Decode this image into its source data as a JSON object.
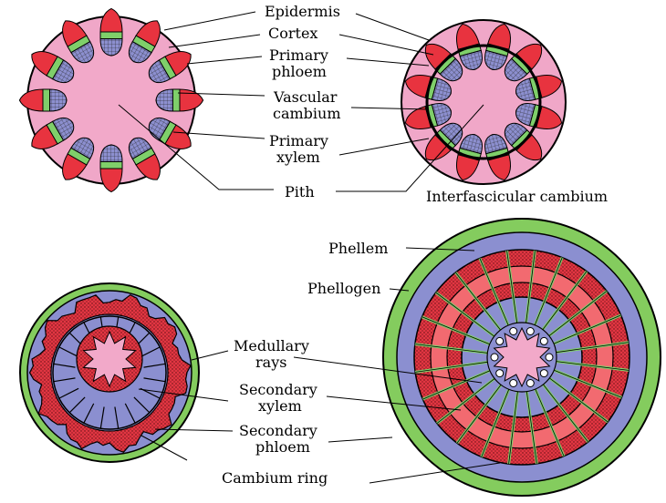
{
  "labels": {
    "epidermis": "Epidermis",
    "cortex": "Cortex",
    "primary_phloem_1": "Primary",
    "primary_phloem_2": "phloem",
    "vascular_cambium_1": "Vascular",
    "vascular_cambium_2": "cambium",
    "primary_xylem_1": "Primary",
    "primary_xylem_2": "xylem",
    "pith": "Pith",
    "interfascicular_cambium": "Interfascicular cambium",
    "phellem": "Phellem",
    "phellogen": "Phellogen",
    "medullary_rays_1": "Medullary",
    "medullary_rays_2": "rays",
    "secondary_xylem_1": "Secondary",
    "secondary_xylem_2": "xylem",
    "secondary_phloem_1": "Secondary",
    "secondary_phloem_2": "phloem",
    "cambium_ring": "Cambium ring"
  },
  "colors": {
    "pith": "#f2a9c9",
    "cortex": "#f0a7c8",
    "phloem_red": "#e8333f",
    "xylem_blue": "#8c8fcf",
    "cambium_green": "#7fcf6a",
    "bark_green": "#84cc5e",
    "secondary_xylem": "#8b8fd0",
    "outline": "#000000"
  }
}
